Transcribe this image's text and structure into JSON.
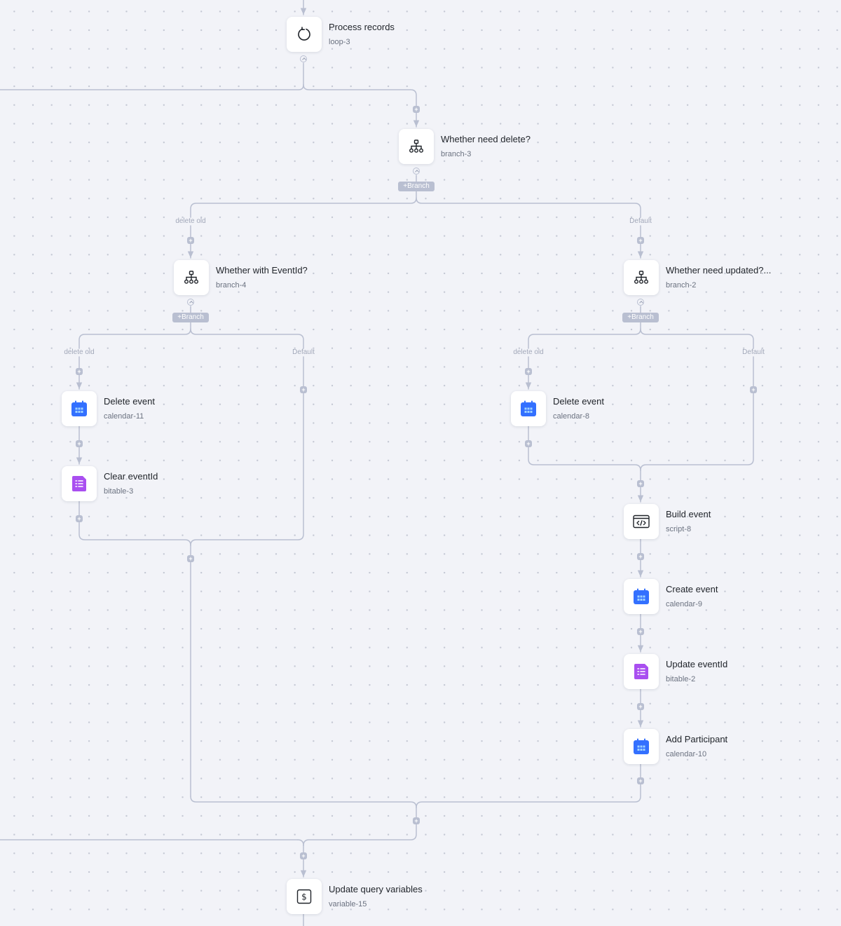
{
  "nodes": [
    {
      "title": "Process records",
      "id": "loop-3",
      "icon": "loop-icon"
    },
    {
      "title": "Whether need delete?",
      "id": "branch-3",
      "icon": "branch-icon"
    },
    {
      "title": "Whether with EventId?",
      "id": "branch-4",
      "icon": "branch-icon"
    },
    {
      "title": "Whether need updated?...",
      "id": "branch-2",
      "icon": "branch-icon"
    },
    {
      "title": "Delete event",
      "id": "calendar-11",
      "icon": "calendar-icon"
    },
    {
      "title": "Clear eventId",
      "id": "bitable-3",
      "icon": "bitable-icon"
    },
    {
      "title": "Delete event",
      "id": "calendar-8",
      "icon": "calendar-icon"
    },
    {
      "title": "Build event",
      "id": "script-8",
      "icon": "script-icon"
    },
    {
      "title": "Create event",
      "id": "calendar-9",
      "icon": "calendar-icon"
    },
    {
      "title": "Update eventId",
      "id": "bitable-2",
      "icon": "bitable-icon"
    },
    {
      "title": "Add Participant",
      "id": "calendar-10",
      "icon": "calendar-icon"
    },
    {
      "title": "Update query variables",
      "id": "variable-15",
      "icon": "variable-icon"
    }
  ],
  "branch_labels": [
    "delete old",
    "Default",
    "delete old",
    "Default",
    "delete old",
    "Default"
  ],
  "add_branch_label": "+Branch",
  "plus_label": "+",
  "colors": {
    "canvas": "#f2f3f8",
    "connector": "#b9bfd1",
    "calendar": "#3370ff",
    "bitable": "#a94ff0"
  }
}
